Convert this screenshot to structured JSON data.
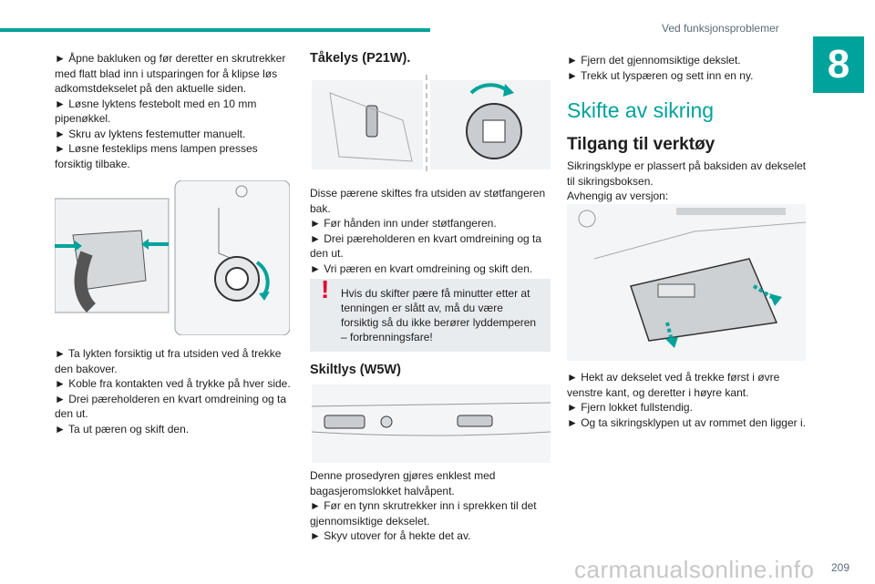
{
  "header": {
    "section_title": "Ved funksjonsproblemer",
    "chapter_number": "8"
  },
  "col1": {
    "p1": "► Åpne bakluken og før deretter en skrutrekker med flatt blad inn i utsparingen for å klipse løs adkomstdekselet på den aktuelle siden.",
    "p2": "► Løsne lyktens festebolt med en 10 mm pipenøkkel.",
    "p3": "► Skru av lyktens festemutter manuelt.",
    "p4": "► Løsne festeklips mens lampen presses forsiktig tilbake.",
    "p5": "► Ta lykten forsiktig ut fra utsiden ved å trekke den bakover.",
    "p6": "► Koble fra kontakten ved å trykke på hver side.",
    "p7": "► Drei pæreholderen en kvart omdreining og ta den ut.",
    "p8": "► Ta ut pæren og skift den."
  },
  "col2": {
    "h_fog": "Tåkelys (P21W).",
    "p1": "Disse pærene skiftes fra utsiden av støtfangeren bak.",
    "p2": "► Før hånden inn under støtfangeren.",
    "p3": "► Drei pæreholderen en kvart omdreining og ta den ut.",
    "p4": "► Vri pæren en kvart omdreining og skift den.",
    "warning": "Hvis du skifter pære få minutter etter at tenningen er slått av, må du være forsiktig så du ikke berører lyddemperen – forbrenningsfare!",
    "h_plate": "Skiltlys (W5W)",
    "p5": "Denne prosedyren gjøres enklest med bagasjeromslokket halvåpent.",
    "p6": "► Før en tynn skrutrekker inn i sprekken til det gjennomsiktige dekselet.",
    "p7": "► Skyv utover for å hekte det av."
  },
  "col3": {
    "p1": "► Fjern det gjennomsiktige dekslet.",
    "p2": "► Trekk ut lyspæren og sett inn en ny.",
    "h_fuse": "Skifte av sikring",
    "h_tools": "Tilgang til verktøy",
    "p3": "Sikringsklype er plassert på baksiden av dekselet til sikringsboksen.",
    "p4": "Avhengig av versjon:",
    "p5": "► Hekt av dekselet ved å trekke først i øvre venstre kant, og deretter i høyre kant.",
    "p6": "► Fjern lokket fullstendig.",
    "p7": "► Og ta sikringsklypen ut av rommet den ligger i."
  },
  "footer": {
    "watermark": "carmanualsonline.info",
    "page_number": "209"
  },
  "colors": {
    "accent": "#00a39b",
    "warning": "#e4002b",
    "warning_bg": "#e9ecef"
  }
}
